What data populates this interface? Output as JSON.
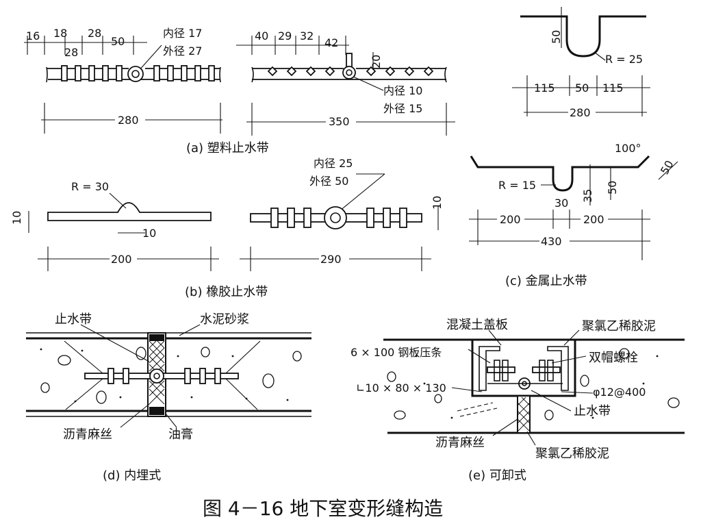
{
  "figure": {
    "title": "图 4－16   地下室变形缝构造"
  },
  "panel_a": {
    "caption": "(a) 塑料止水带",
    "left": {
      "dims_top": [
        "16",
        "18",
        "28",
        "50"
      ],
      "dim_28_lower": "28",
      "inner": "内径 17",
      "outer": "外径 27",
      "total": "280"
    },
    "right": {
      "dims_top": [
        "40",
        "29",
        "32",
        "42"
      ],
      "dim_20": "20",
      "inner": "内径 10",
      "outer": "外径 15",
      "total": "350"
    }
  },
  "panel_b": {
    "caption": "(b) 橡胶止水带",
    "left": {
      "radius": "R = 30",
      "thickness": "10",
      "gap": "10",
      "total": "200"
    },
    "right": {
      "inner": "内径 25",
      "outer": "外径 50",
      "thickness": "10",
      "total": "290"
    }
  },
  "panel_c": {
    "caption": "(c) 金属止水带",
    "top": {
      "depth": "50",
      "radius": "R = 25",
      "dims": [
        "115",
        "50",
        "115"
      ],
      "total": "280"
    },
    "bottom": {
      "angle": "100°",
      "edge": "50",
      "radius": "R = 15",
      "d35": "35",
      "d50": "50",
      "d30": "30",
      "dims": [
        "200",
        "200"
      ],
      "total": "430"
    }
  },
  "panel_d": {
    "caption": "(d) 内埋式",
    "labels": {
      "waterstop": "止水带",
      "mortar": "水泥砂浆",
      "asphalt": "沥青麻丝",
      "putty": "油膏"
    }
  },
  "panel_e": {
    "caption": "(e) 可卸式",
    "labels": {
      "cover": "混凝土盖板",
      "pvc_top": "聚氯乙稀胶泥",
      "plate": "6 × 100 钢板压条",
      "bolt": "双帽螺栓",
      "angle": "∟10 × 80 × 130",
      "rebar": "φ12@400",
      "waterstop": "止水带",
      "asphalt": "沥青麻丝",
      "pvc_bottom": "聚氯乙稀胶泥"
    }
  }
}
